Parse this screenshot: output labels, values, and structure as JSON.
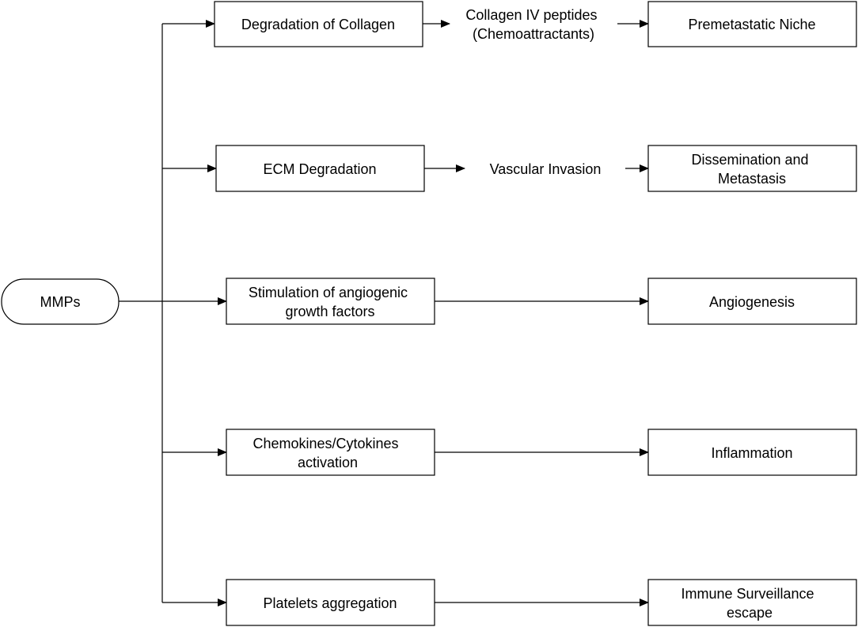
{
  "diagram": {
    "root": {
      "label": "MMPs"
    },
    "branches": [
      {
        "process": [
          "Degradation of Collagen"
        ],
        "intermediate": [
          "Collagen IV peptides",
          "(Chemoattractants)"
        ],
        "outcome": [
          "Premetastatic Niche"
        ]
      },
      {
        "process": [
          "ECM Degradation"
        ],
        "intermediate": [
          "Vascular Invasion"
        ],
        "outcome": [
          "Dissemination and",
          "Metastasis"
        ]
      },
      {
        "process": [
          "Stimulation of angiogenic",
          "growth factors"
        ],
        "intermediate": [],
        "outcome": [
          "Angiogenesis"
        ]
      },
      {
        "process": [
          "Chemokines/Cytokines",
          "activation"
        ],
        "intermediate": [],
        "outcome": [
          "Inflammation"
        ]
      },
      {
        "process": [
          "Platelets aggregation"
        ],
        "intermediate": [],
        "outcome": [
          "Immune Surveillance",
          "escape"
        ]
      }
    ]
  }
}
